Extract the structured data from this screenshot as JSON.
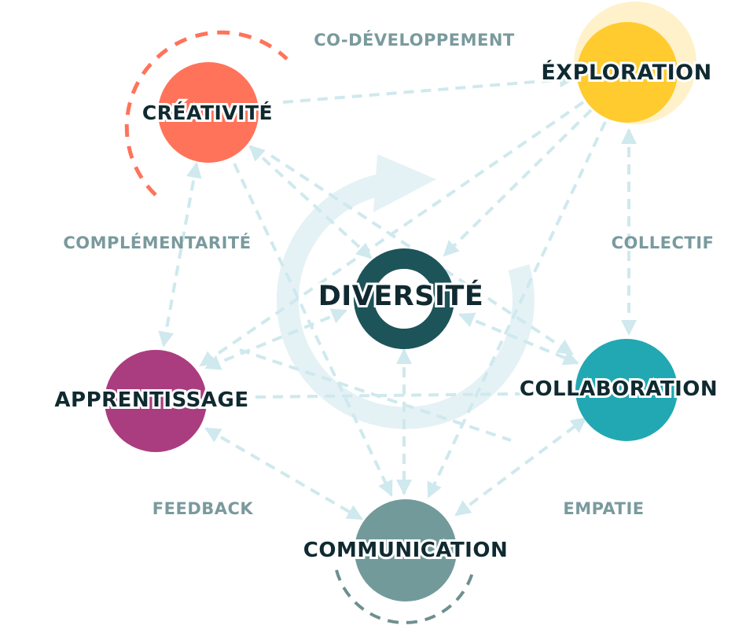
{
  "nodes": {
    "creativite": {
      "label": "CRÉATIVITÉ",
      "color": "#ff735a"
    },
    "exploration": {
      "label": "ÉXPLORATION",
      "color": "#ffcb2e"
    },
    "diversite": {
      "label": "DIVERSITÉ",
      "color": "#1d5459"
    },
    "apprentissage": {
      "label": "APPRENTISSAGE",
      "color": "#aa3d7f"
    },
    "collaboration": {
      "label": "COLLABORATION",
      "color": "#21a8b3"
    },
    "communication": {
      "label": "COMMUNICATION",
      "color": "#739a9b"
    }
  },
  "relations": {
    "co_developpement": "CO-DÉVELOPPEMENT",
    "complementarite": "COMPLÉMENTARITÉ",
    "collectif": "COLLECTIF",
    "feedback": "FEEDBACK",
    "empatie": "EMPATIE"
  },
  "colors": {
    "connector": "#cfe9ee",
    "cycle_arrow": "#e4f2f5",
    "relation_text": "#7a9a9d",
    "creativity_ring": "#ff735a",
    "communication_ring": "#6f8f8f",
    "exploration_halo": "#fff1c9"
  }
}
